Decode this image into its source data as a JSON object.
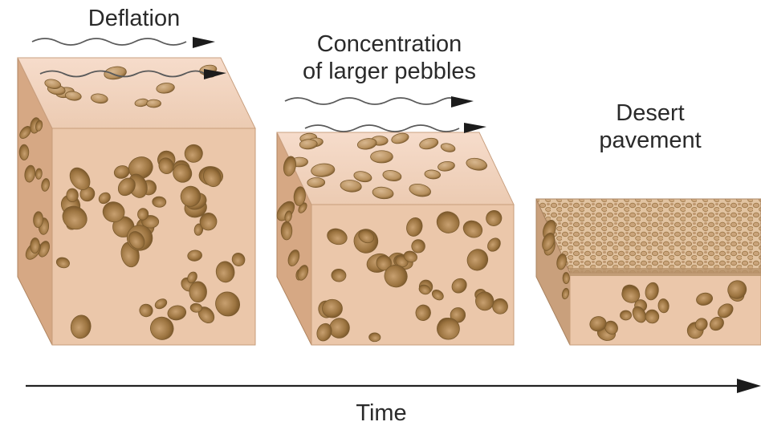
{
  "labels": {
    "stage1": "Deflation",
    "stage2_line1": "Concentration",
    "stage2_line2": "of larger pebbles",
    "stage3_line1": "Desert",
    "stage3_line2": "pavement",
    "time": "Time"
  },
  "colors": {
    "soil_top": "#f2d2bc",
    "soil_front": "#e8c3a6",
    "soil_side": "#d9ad88",
    "pebble": "#c9a37a",
    "pebble_shadow": "#8a6535",
    "pebble_dark": "#7a5a2e",
    "pavement": "#d8b48e",
    "wind": "#555555",
    "arrow": "#1c1c1c"
  },
  "icons": [
    "wind-arrow-icon",
    "time-arrow-icon"
  ]
}
